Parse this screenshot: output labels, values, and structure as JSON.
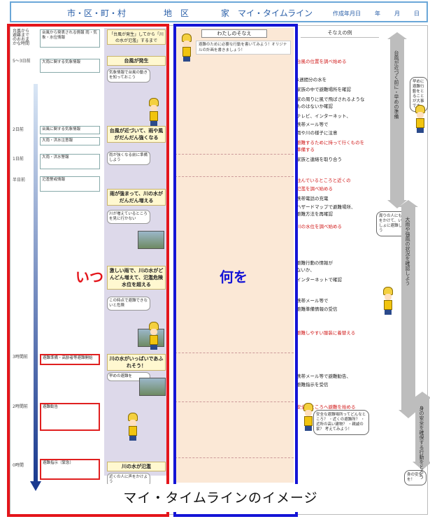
{
  "header": {
    "city": "市・区・町・村",
    "district": "地　区",
    "family": "家　マイ・タイムライン",
    "date_label": "作成年月日",
    "year": "年",
    "month": "月",
    "day": "日"
  },
  "when": {
    "top_note": "台風から避難までのおおまかな時間",
    "times": [
      "5～3日前",
      "2日前",
      "1日前",
      "半日前",
      "3時間前",
      "2時間前",
      "0時間"
    ]
  },
  "info": [
    "台風から発表される情報 雨・気象・水位情報",
    "大雨に関する気象情報",
    "台風に関する気象情報",
    "大雨・洪水注意報",
    "大雨・洪水警報",
    "氾濫警戒情報",
    "避難準備・高齢者等避難開始",
    "避難勧告",
    "避難指示（緊急）"
  ],
  "story": {
    "header": "「台風が発生」してから「川の水が氾濫」するまで",
    "titles": [
      "台風が発生",
      "台風が近づいて、雨や風がだんだん強くなる",
      "雨が強まって、川の水がだんだん増える",
      "激しい雨で、川の水がどんどん増えて、氾濫危険水位を超える",
      "川の水がいっぱいであふれそう！",
      "川の水が氾濫"
    ],
    "texts": [
      "気象情報で台風の動きを知っておこう",
      "雨が強くなる前に準備しよう",
      "川が増えているところを見に行かない",
      "この時点で避難できないと危険",
      "早めの避難を",
      "近くの人に声をかけよう"
    ]
  },
  "what": {
    "header": "わたしのそなえ",
    "subtitle": "避難のために必要な行動を書いてみよう！オリジナルの計画を書きましょう！"
  },
  "examples": {
    "header": "そなえの例",
    "items": [
      {
        "text": "台風の位置を調べ始める",
        "red": true
      },
      {
        "text": "1週間分の水を",
        "red": false
      },
      {
        "text": "家族の中で避難場所を確認",
        "red": false
      },
      {
        "text": "家の周りに風で飛ばされるような",
        "red": false
      },
      {
        "text": "ものはないか確認",
        "red": false
      },
      {
        "text": "テレビ、インターネット、",
        "red": false
      },
      {
        "text": "携帯メール等で",
        "red": false
      },
      {
        "text": "雨や川の様子に注意",
        "red": false
      },
      {
        "text": "避難するために持って行くものを",
        "red": true
      },
      {
        "text": "準備する",
        "red": true
      },
      {
        "text": "家族と連絡を取り合う",
        "red": false
      },
      {
        "text": "住んでいるところと近くの",
        "red": true
      },
      {
        "text": "氾濫を調べ始める",
        "red": true
      },
      {
        "text": "携帯電話の充電",
        "red": false
      },
      {
        "text": "ハザードマップで避難場所、",
        "red": false
      },
      {
        "text": "避難方法を再確認",
        "red": false
      },
      {
        "text": "川の水位を調べ始める",
        "red": true
      },
      {
        "text": "避難行動の情報が",
        "red": false
      },
      {
        "text": "ないか、",
        "red": false
      },
      {
        "text": "インターネットで確認",
        "red": false
      },
      {
        "text": "携帯メール等で",
        "red": false
      },
      {
        "text": "避難準備情報の受信",
        "red": false
      },
      {
        "text": "避難しやすい服装に着替える",
        "red": true
      },
      {
        "text": "携帯メール等で避難勧告、",
        "red": false
      },
      {
        "text": "避難指示を受信",
        "red": false
      },
      {
        "text": "安全なところへ避難を始める",
        "red": true
      }
    ],
    "balloons": [
      "周りの人にも声をかけて、いっしょに避難しよう",
      "早めに避難行動をとることが大事です",
      "安全な避難場所ってどんなところ？ ・近くの避難所？ ・近所の高い建物？ ・親戚の家？ 考えてみよう！",
      "身の安全を！"
    ]
  },
  "side_arrows": [
    "台風が近づく前に・早めの準備",
    "大雨や強風の状況を確認しよう",
    "身の安全を確保する行動をとろう"
  ],
  "labels": {
    "when": "いつ",
    "what": "何を"
  },
  "caption": "マイ・タイムラインのイメージ",
  "colors": {
    "red_frame": "#e4151b",
    "blue_frame": "#1414d6",
    "what_bg": "#fbe8d6",
    "story_bg": "#ddd9ea"
  }
}
